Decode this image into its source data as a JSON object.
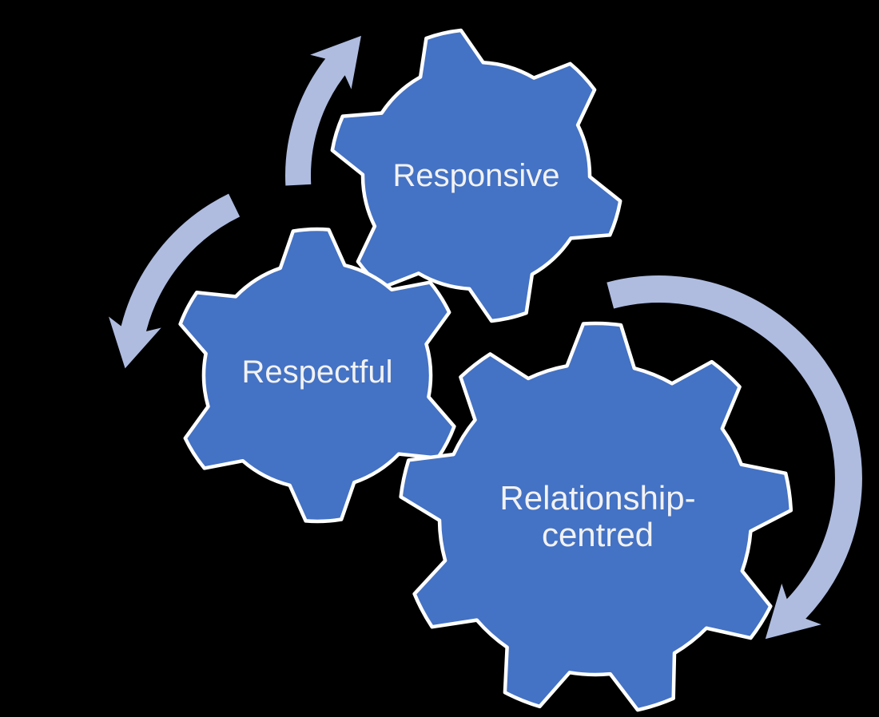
{
  "diagram": {
    "background": "#000000",
    "colors": {
      "gear_fill": "#4472C4",
      "gear_outline": "#FFFFFF",
      "arrow": "#AFBCE0",
      "label_text": "#F2F2F2"
    },
    "gears": [
      {
        "name": "responsive-gear",
        "label": "Responsive"
      },
      {
        "name": "respectful-gear",
        "label": "Respectful"
      },
      {
        "name": "relationship-centred-gear",
        "label": "Relationship-centred",
        "line1": "Relationship-",
        "line2": "centred"
      }
    ],
    "arrows": [
      {
        "name": "curved-arrow-up-right",
        "direction": "up-right"
      },
      {
        "name": "curved-arrow-down-left",
        "direction": "down-left"
      },
      {
        "name": "curved-arrow-clockwise-right",
        "direction": "clockwise-down"
      }
    ]
  }
}
